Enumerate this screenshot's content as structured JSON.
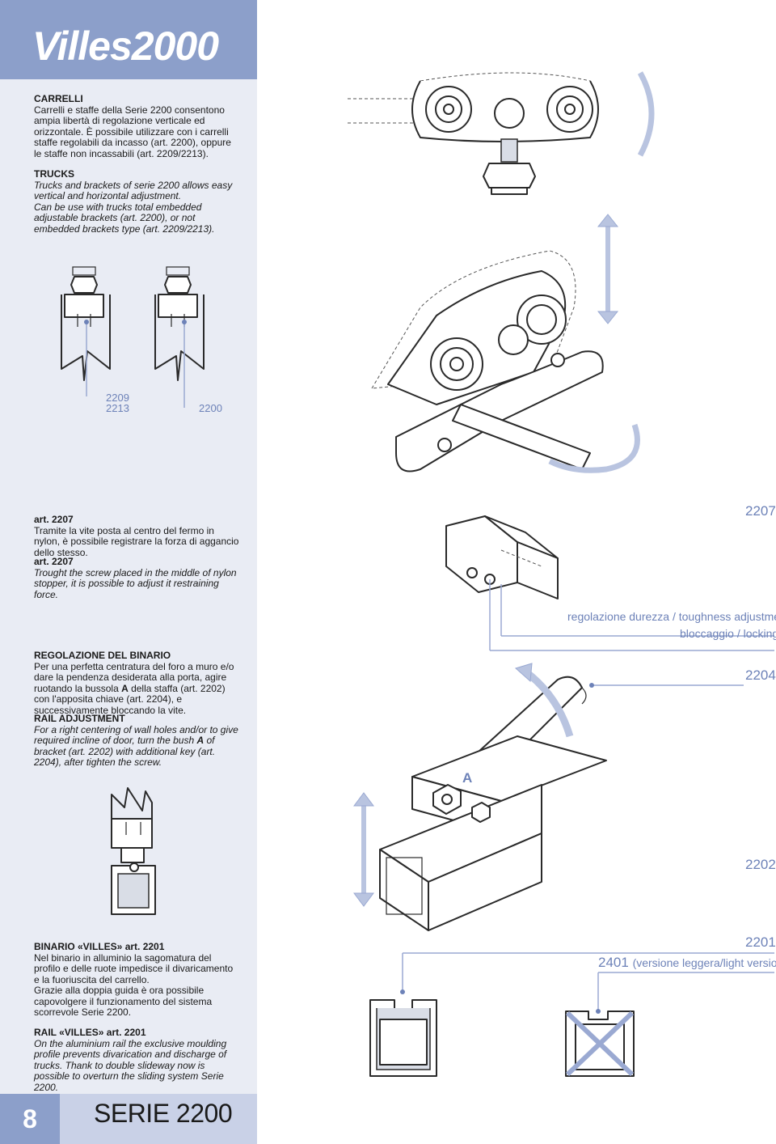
{
  "brand": {
    "logo_text": "Villes2000"
  },
  "footer": {
    "page_number": "8",
    "series_title": "SERIE 2200"
  },
  "carrelli": {
    "heading_it": "CARRELLI",
    "body_it": "Carrelli e staffe della Serie 2200 consentono ampia libertà di regolazione verticale ed orizzontale. È possibile utilizzare con i carrelli staffe regolabili da incasso (art. 2200), oppure le staffe non incassabili (art. 2209/2213).",
    "heading_en": "TRUCKS",
    "body_en_1": "Trucks and brackets of serie 2200 allows easy vertical and horizontal adjustment.",
    "body_en_2": "Can be use with trucks total embedded adjustable brackets (art. 2200), or not embedded brackets type (art. 2209/2213)."
  },
  "bracket_labels": {
    "left_1": "2209",
    "left_2": "2213",
    "right": "2200"
  },
  "art2207": {
    "heading_it": "art. 2207",
    "body_it": "Tramite la vite posta al centro del fermo in nylon, è possibile registrare la forza di aggancio dello stesso.",
    "heading_en": "art. 2207",
    "body_en": "Trought the screw placed in the middle of nylon stopper, it is possible to adjust it restraining force.",
    "part_label": "2207"
  },
  "adjust_labels": {
    "toughness": "regolazione durezza / toughness adjustment",
    "locking": "bloccaggio / locking",
    "key": "2204",
    "bush": "A",
    "bracket": "2202"
  },
  "regolazione": {
    "heading_it": "REGOLAZIONE DEL BINARIO",
    "body_it_1": "Per una perfetta centratura del foro a muro e/o dare la pendenza desiderata alla porta, agire ruotando la bussola ",
    "body_it_bold": "A",
    "body_it_2": " della staffa (art. 2202) con l'apposita chiave (art. 2204), e successivamente bloccando la vite.",
    "heading_en": "RAIL ADJUSTMENT",
    "body_en_1": "For a right centering of wall holes and/or to give required incline of door, turn the bush ",
    "body_en_bold": "A",
    "body_en_2": " of bracket (art. 2202) with additional key (art. 2204), after tighten the screw."
  },
  "binario": {
    "heading_it": "BINARIO «VILLES» art. 2201",
    "body_it_1": "Nel binario in alluminio la sagomatura del profilo e delle ruote impedisce il divaricamento e la fuoriuscita del carrello.",
    "body_it_2": "Grazie alla doppia guida è ora possibile capovolgere il funzionamento del sistema scorrevole Serie 2200.",
    "heading_en": "RAIL «VILLES» art. 2201",
    "body_en": "On the aluminium rail the exclusive moulding profile prevents divarication and discharge of trucks. Thank to double slideway now is possible to overturn the sliding system Serie 2200."
  },
  "rail_labels": {
    "rail": "2201",
    "light_code": "2401",
    "light_text": "(versione leggera/light version)"
  }
}
